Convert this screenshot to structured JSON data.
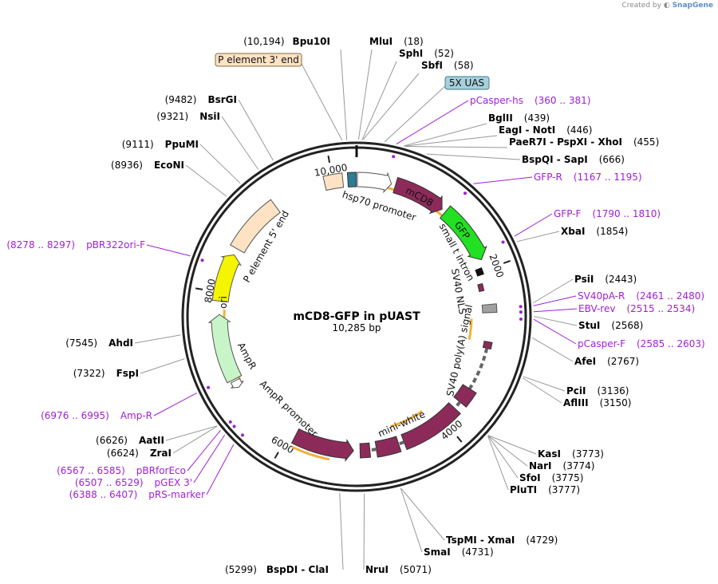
{
  "credit": {
    "prefix": "Created by",
    "brand": "SnapGene"
  },
  "plasmid": {
    "name": "mCD8-GFP in pUAST",
    "length_label": "10,285 bp",
    "length": 10285
  },
  "ticks": [
    {
      "pos": 2000,
      "label": "2000"
    },
    {
      "pos": 4000,
      "label": "4000"
    },
    {
      "pos": 6000,
      "label": "6000"
    },
    {
      "pos": 8000,
      "label": "8000"
    },
    {
      "pos": 10000,
      "label": "10,000"
    }
  ],
  "enzymes": [
    {
      "name": "Bpu10I",
      "coord": "(10,194)"
    },
    {
      "name": "MluI",
      "coord": "(18)"
    },
    {
      "name": "SphI",
      "coord": "(52)"
    },
    {
      "name": "SbfI",
      "coord": "(58)"
    },
    {
      "name": "BglII",
      "coord": "(439)"
    },
    {
      "name": "EagI  -  NotI",
      "coord": "(446)"
    },
    {
      "name": "PaeR7I  -  PspXI  -  XhoI",
      "coord": "(455)"
    },
    {
      "name": "BspQI  -  SapI",
      "coord": "(666)"
    },
    {
      "name": "XbaI",
      "coord": "(1854)"
    },
    {
      "name": "PsiI",
      "coord": "(2443)"
    },
    {
      "name": "StuI",
      "coord": "(2568)"
    },
    {
      "name": "AfeI",
      "coord": "(2767)"
    },
    {
      "name": "PciI",
      "coord": "(3136)"
    },
    {
      "name": "AflIII",
      "coord": "(3150)"
    },
    {
      "name": "KasI",
      "coord": "(3773)"
    },
    {
      "name": "NarI",
      "coord": "(3774)"
    },
    {
      "name": "SfoI",
      "coord": "(3775)"
    },
    {
      "name": "PluTI",
      "coord": "(3777)"
    },
    {
      "name": "TspMI  -  XmaI",
      "coord": "(4729)"
    },
    {
      "name": "SmaI",
      "coord": "(4731)"
    },
    {
      "name": "NruI",
      "coord": "(5071)"
    },
    {
      "name": "BspDI  -  ClaI",
      "coord": "(5299)"
    },
    {
      "name": "ZraI",
      "coord": "(6624)"
    },
    {
      "name": "AatII",
      "coord": "(6626)"
    },
    {
      "name": "FspI",
      "coord": "(7322)"
    },
    {
      "name": "AhdI",
      "coord": "(7545)"
    },
    {
      "name": "EcoNI",
      "coord": "(8936)"
    },
    {
      "name": "PpuMI",
      "coord": "(9111)"
    },
    {
      "name": "NsiI",
      "coord": "(9321)"
    },
    {
      "name": "BsrGI",
      "coord": "(9482)"
    }
  ],
  "primers": [
    {
      "name": "pCasper-hs",
      "range": "(360 .. 381)"
    },
    {
      "name": "GFP-R",
      "range": "(1167 .. 1195)"
    },
    {
      "name": "GFP-F",
      "range": "(1790 .. 1810)"
    },
    {
      "name": "SV40pA-R",
      "range": "(2461 .. 2480)"
    },
    {
      "name": "EBV-rev",
      "range": "(2515 .. 2534)"
    },
    {
      "name": "pCasper-F",
      "range": "(2585 .. 2603)"
    },
    {
      "name": "Amp-R",
      "range": "(6976 .. 6995)"
    },
    {
      "name": "pBRforEco",
      "range": "(6567 .. 6585)"
    },
    {
      "name": "pGEX 3'",
      "range": "(6507 .. 6529)"
    },
    {
      "name": "pRS-marker",
      "range": "(6388 .. 6407)"
    },
    {
      "name": "pBR322ori-F",
      "range": "(8278 .. 8297)"
    }
  ],
  "boxed_labels": [
    {
      "text": "P element 3' end",
      "fill": "#fde2c4"
    },
    {
      "text": "5X UAS",
      "fill": "#a8d0dc"
    }
  ],
  "feature_labels": [
    "hsp70 promoter",
    "mCD8",
    "GFP",
    "small t intron",
    "SV40 NLS",
    "SV40 poly(A) signal",
    "mini-white",
    "AmpR promoter",
    "AmpR",
    "ori",
    "P element 5' end"
  ],
  "colors": {
    "primer": "#a020d8",
    "feature_maroon": "#8c2b5a",
    "gfp": "#22e022",
    "ori": "#f5f500",
    "ampr": "#c8f5c8",
    "p_element": "#fde2c4",
    "uas": "#2e7c94",
    "orf_arrow": "#f0b040"
  }
}
